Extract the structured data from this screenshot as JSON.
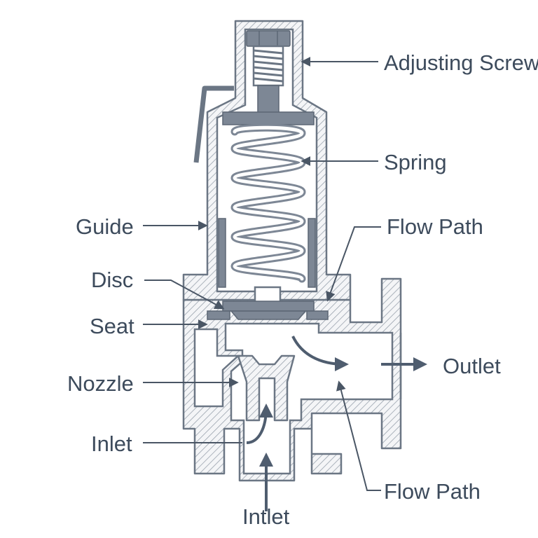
{
  "labels": {
    "adjusting_screw": "Adjusting Screw",
    "spring": "Spring",
    "guide": "Guide",
    "flow_path_top": "Flow Path",
    "disc": "Disc",
    "seat": "Seat",
    "nozzle": "Nozzle",
    "outlet": "Outlet",
    "inlet": "Inlet",
    "flow_path_bottom": "Flow Path",
    "intlet": "Intlet"
  },
  "colors": {
    "ink": "#3d4b5c",
    "metal_outline": "#6b7684",
    "metal_solid": "#7d8795",
    "background": "#ffffff"
  }
}
